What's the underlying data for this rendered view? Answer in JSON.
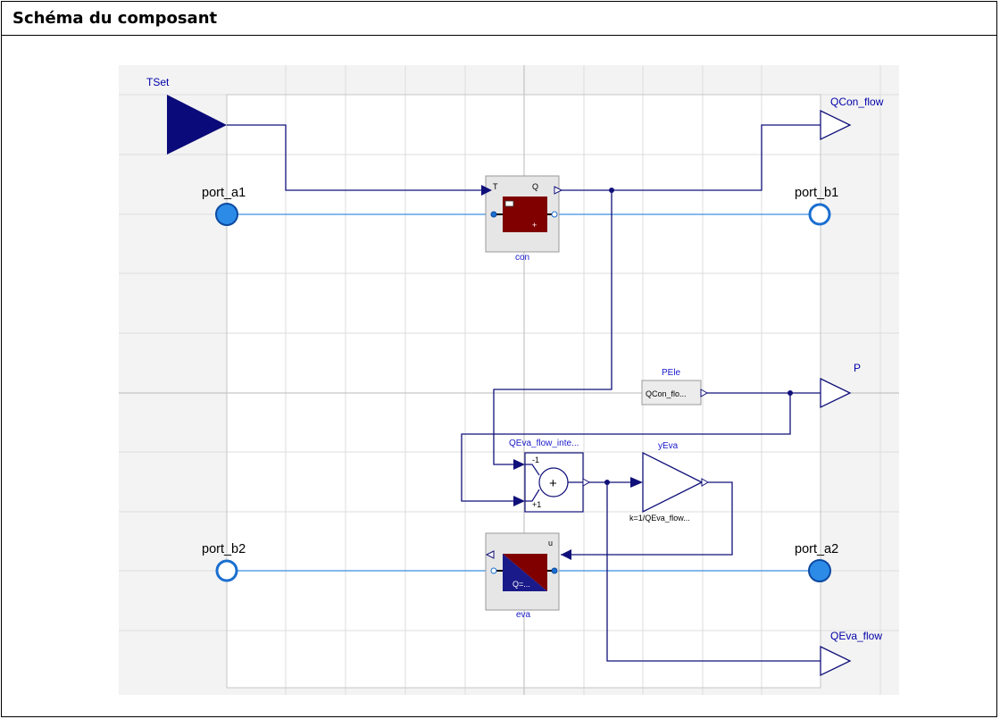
{
  "header": {
    "title": "Schéma du composant"
  },
  "diagram": {
    "inputs": {
      "tset": "TSet"
    },
    "outputs": {
      "qcon_flow": "QCon_flow",
      "p": "P",
      "qeva_flow": "QEva_flow"
    },
    "ports": {
      "port_a1": "port_a1",
      "port_b1": "port_b1",
      "port_b2": "port_b2",
      "port_a2": "port_a2"
    },
    "blocks": {
      "con": {
        "name": "con",
        "pin_t": "T",
        "pin_q": "Q",
        "plus": "+"
      },
      "eva": {
        "name": "eva",
        "pin_u": "u",
        "text": "Q=..."
      },
      "pele": {
        "name": "PEle",
        "text": "QCon_flo..."
      },
      "qeva_int": {
        "name": "QEva_flow_inte...",
        "k1": "-1",
        "k2": "+1",
        "symbol": "+"
      },
      "yeva": {
        "name": "yEva",
        "param": "k=1/QEva_flow..."
      }
    },
    "colors": {
      "signal": "#10107a",
      "fluid": "#3a8fe0",
      "port_fill": "#2d8be8",
      "port_stroke": "#0c4aa0",
      "block_red": "#800000",
      "grid_bg": "#f3f3f3"
    }
  }
}
